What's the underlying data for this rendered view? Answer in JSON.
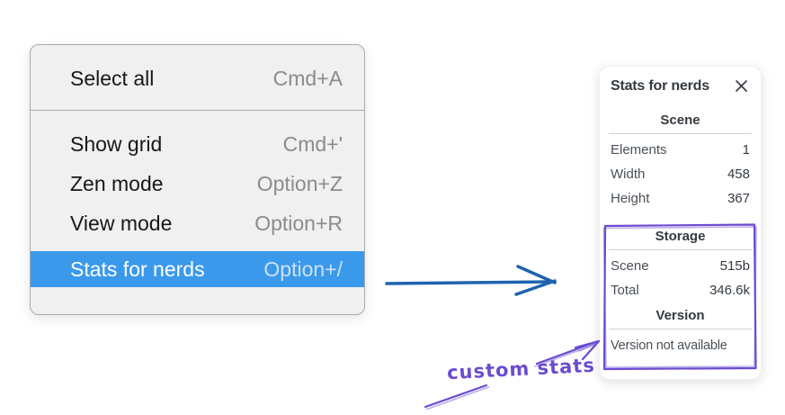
{
  "colors": {
    "menu_bg": "#f0f0f1",
    "menu_border": "#a8abaf",
    "menu_text": "#17181a",
    "menu_shortcut": "#8b8b90",
    "menu_highlight": "#3b99ec",
    "menu_shortcut_selected": "#cde1f8",
    "panel_text": "#343a40",
    "panel_label": "#495057",
    "panel_divider": "#ced4da",
    "blue_arrow": "#1e63af",
    "annotation": "#6b4bd1"
  },
  "menu": {
    "groups": [
      {
        "items": [
          {
            "label": "Select all",
            "shortcut": "Cmd+A"
          }
        ]
      },
      {
        "items": [
          {
            "label": "Show grid",
            "shortcut": "Cmd+'"
          },
          {
            "label": "Zen mode",
            "shortcut": "Option+Z"
          },
          {
            "label": "View mode",
            "shortcut": "Option+R"
          },
          {
            "label": "Stats for nerds",
            "shortcut": "Option+/"
          }
        ]
      }
    ],
    "selected_item": "Stats for nerds"
  },
  "stats_panel": {
    "title": "Stats for nerds",
    "sections": [
      {
        "heading": "Scene",
        "rows": [
          [
            "Elements",
            "1"
          ],
          [
            "Width",
            "458"
          ],
          [
            "Height",
            "367"
          ]
        ]
      },
      {
        "heading": "Storage",
        "rows": [
          [
            "Scene",
            "515b"
          ],
          [
            "Total",
            "346.6k"
          ]
        ]
      },
      {
        "heading": "Version",
        "message": "Version not available"
      }
    ]
  },
  "annotation": {
    "label": "custom stats"
  }
}
